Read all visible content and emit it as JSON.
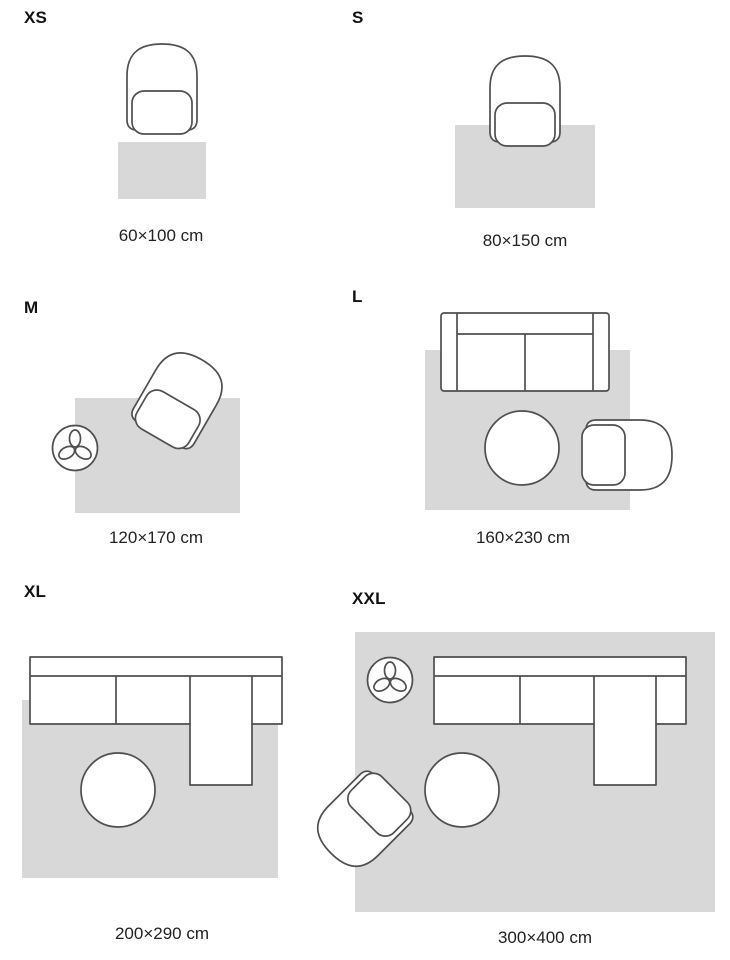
{
  "colors": {
    "rug_fill": "#d8d8d8",
    "furniture_outline": "#4f4f4f",
    "text": "#1c1c1c",
    "background": "#ffffff"
  },
  "sizes": [
    {
      "id": "xs",
      "label": "XS",
      "caption": "60×100 cm"
    },
    {
      "id": "s",
      "label": "S",
      "caption": "80×150 cm"
    },
    {
      "id": "m",
      "label": "M",
      "caption": "120×170 cm"
    },
    {
      "id": "l",
      "label": "L",
      "caption": "160×230 cm"
    },
    {
      "id": "xl",
      "label": "XL",
      "caption": "200×290 cm"
    },
    {
      "id": "xxl",
      "label": "XXL",
      "caption": "300×400 cm"
    }
  ]
}
